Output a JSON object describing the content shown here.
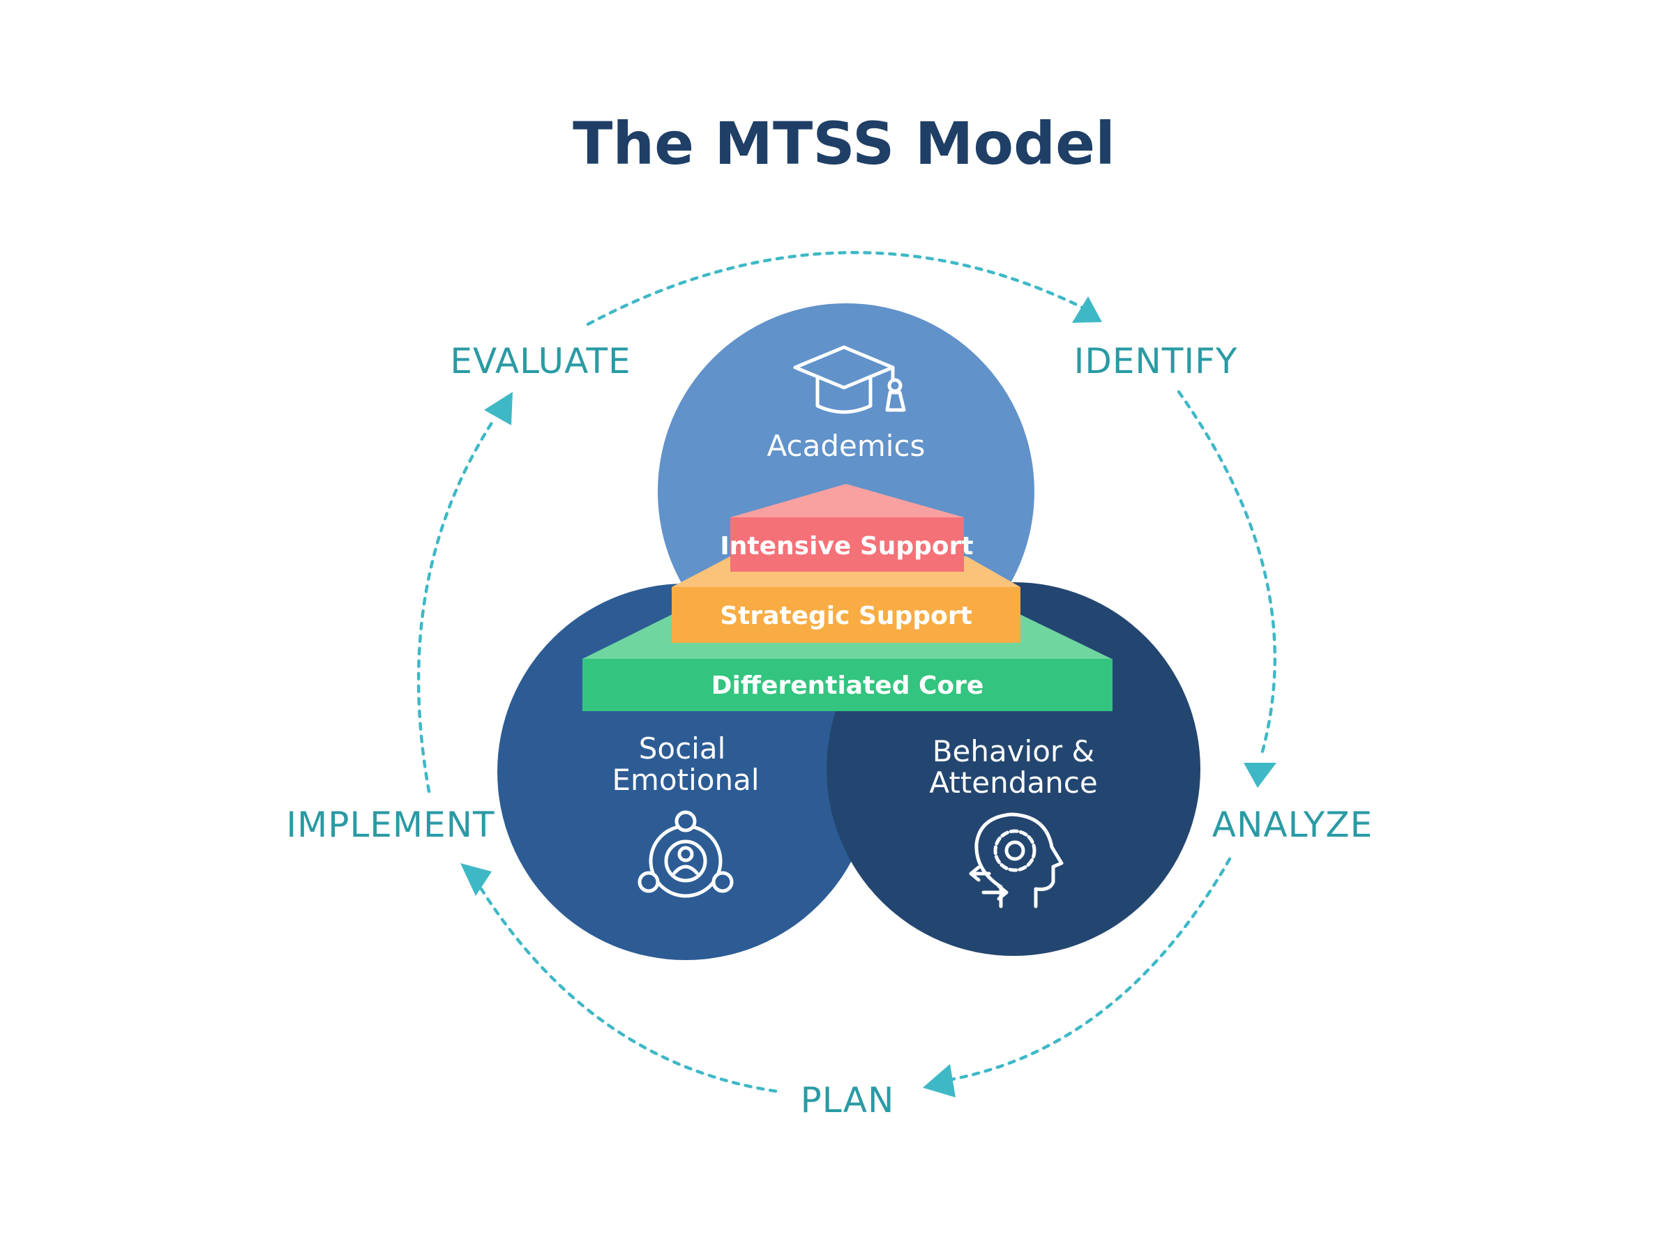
{
  "title": "The MTSS Model",
  "cycle": {
    "identify": "IDENTIFY",
    "analyze": "ANALYZE",
    "plan": "PLAN",
    "implement": "IMPLEMENT",
    "evaluate": "EVALUATE"
  },
  "circles": {
    "academics": {
      "label": "Academics",
      "icon": "graduation-cap-icon",
      "color": "#6192ca"
    },
    "social": {
      "line1": "Social",
      "line2": "Emotional",
      "icon": "people-network-icon",
      "color": "#2d5c95"
    },
    "behavior": {
      "line1": "Behavior &",
      "line2": "Attendance",
      "icon": "head-gear-icon",
      "color": "#234670"
    }
  },
  "tiers": {
    "intensive": {
      "label": "Intensive Support",
      "color": "#f47178",
      "top_color": "#f9a1a0"
    },
    "strategic": {
      "label": "Strategic Support",
      "color": "#f8ac43",
      "top_color": "#fbc37a"
    },
    "core": {
      "label": "Differentiated Core",
      "color": "#33c47f",
      "top_color": "#70d6a0"
    }
  },
  "colors": {
    "title": "#1f3f66",
    "cycle": "#2a9aa4",
    "arrow": "#3fb8c6"
  }
}
